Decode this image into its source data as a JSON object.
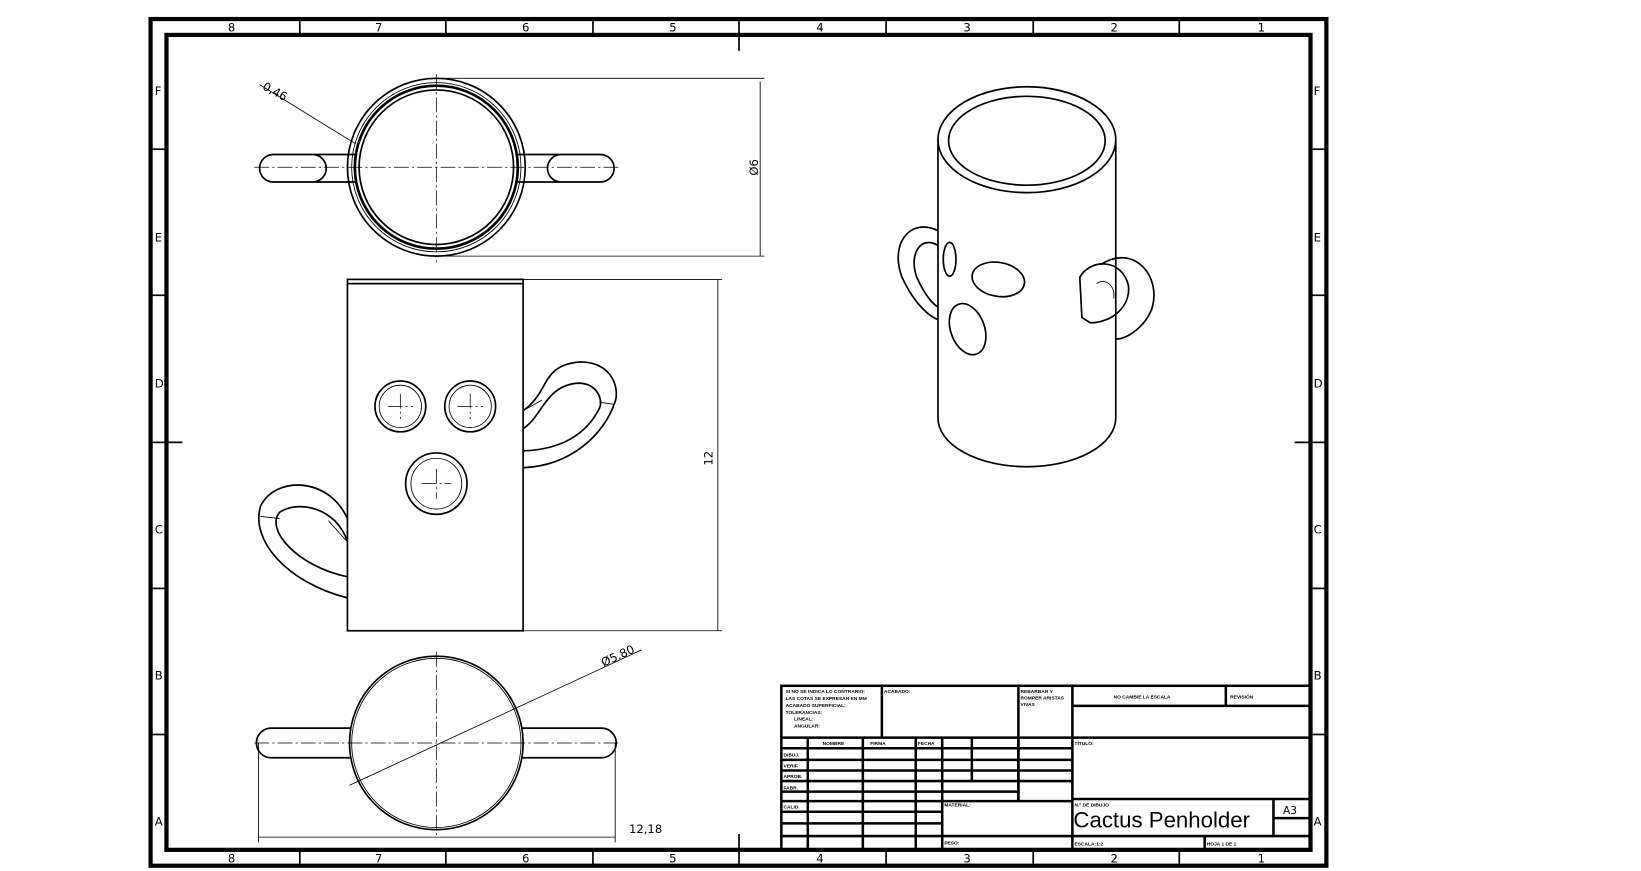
{
  "zones": {
    "columns": [
      "8",
      "7",
      "6",
      "5",
      "4",
      "3",
      "2",
      "1"
    ],
    "rows": [
      "F",
      "E",
      "D",
      "C",
      "B",
      "A"
    ]
  },
  "dimensions": {
    "wall_thickness": "0,46",
    "outer_diameter": "Ø6",
    "height": "12",
    "base_diameter": "Ø5.80",
    "overall_width": "12,18"
  },
  "title_block": {
    "notes": [
      "SI NO SE INDICA LO CONTRARIO:",
      "LAS COTAS SE EXPRESAN EN MM",
      "ACABADO SUPERFICIAL:",
      "TOLERANCIAS:",
      "LINEAL:",
      "ANGULAR:"
    ],
    "finish_label": "ACABADO:",
    "deburr_note": [
      "REBARBAR Y",
      "ROMPER ARISTAS",
      "VIVAS"
    ],
    "no_scale": "NO CAMBIE LA ESCALA",
    "revision_label": "REVISIÓN",
    "headers": [
      "NOMBRE",
      "FIRMA",
      "FECHA"
    ],
    "roles": [
      "DIBUJ.",
      "VERIF.",
      "APROB.",
      "FABR.",
      "CALID."
    ],
    "material_label": "MATERIAL:",
    "weight_label": "PESO:",
    "title_label": "TÍTULO:",
    "drawing_number_label": "N.º DE DIBUJO",
    "drawing_title": "Cactus Penholder",
    "sheet_size": "A3",
    "scale_label": "ESCALA:1:2",
    "sheet_label": "HOJA 1 DE 1"
  }
}
